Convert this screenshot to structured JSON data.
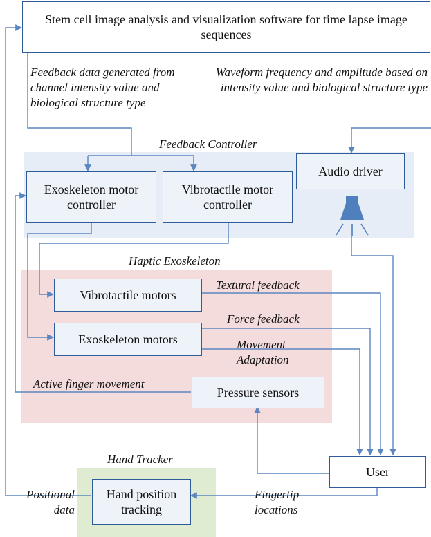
{
  "colors": {
    "line": "#5b86c0",
    "box_border": "#2e5b9a",
    "feedback_region": "#e7edf6",
    "haptic_region": "#f5dcdc",
    "tracker_region": "#e0ecd2",
    "speaker": "#4f7fbd"
  },
  "regions": {
    "feedback_controller": "Feedback Controller",
    "haptic_exoskeleton": "Haptic Exoskeleton",
    "hand_tracker": "Hand Tracker"
  },
  "nodes": {
    "software": "Stem cell image analysis and visualization software for time lapse image sequences",
    "exo_controller": "Exoskeleton motor controller",
    "vibro_controller": "Vibrotactile motor controller",
    "audio_driver": "Audio driver",
    "vibro_motors": "Vibrotactile motors",
    "exo_motors": "Exoskeleton motors",
    "pressure_sensors": "Pressure sensors",
    "user": "User",
    "hand_tracking": "Hand position tracking"
  },
  "edge_labels": {
    "feedback_data": "Feedback data generated from channel intensity value and biological structure type",
    "waveform": "Waveform frequency and amplitude based on intensity value and biological structure type",
    "textural_feedback": "Textural feedback",
    "force_feedback": "Force feedback",
    "movement_adaptation": "Movement Adaptation",
    "active_finger_movement": "Active finger movement",
    "positional_data": "Positional data",
    "fingertip_locations": "Fingertip locations"
  },
  "icons": {
    "speaker": "speaker-icon"
  }
}
